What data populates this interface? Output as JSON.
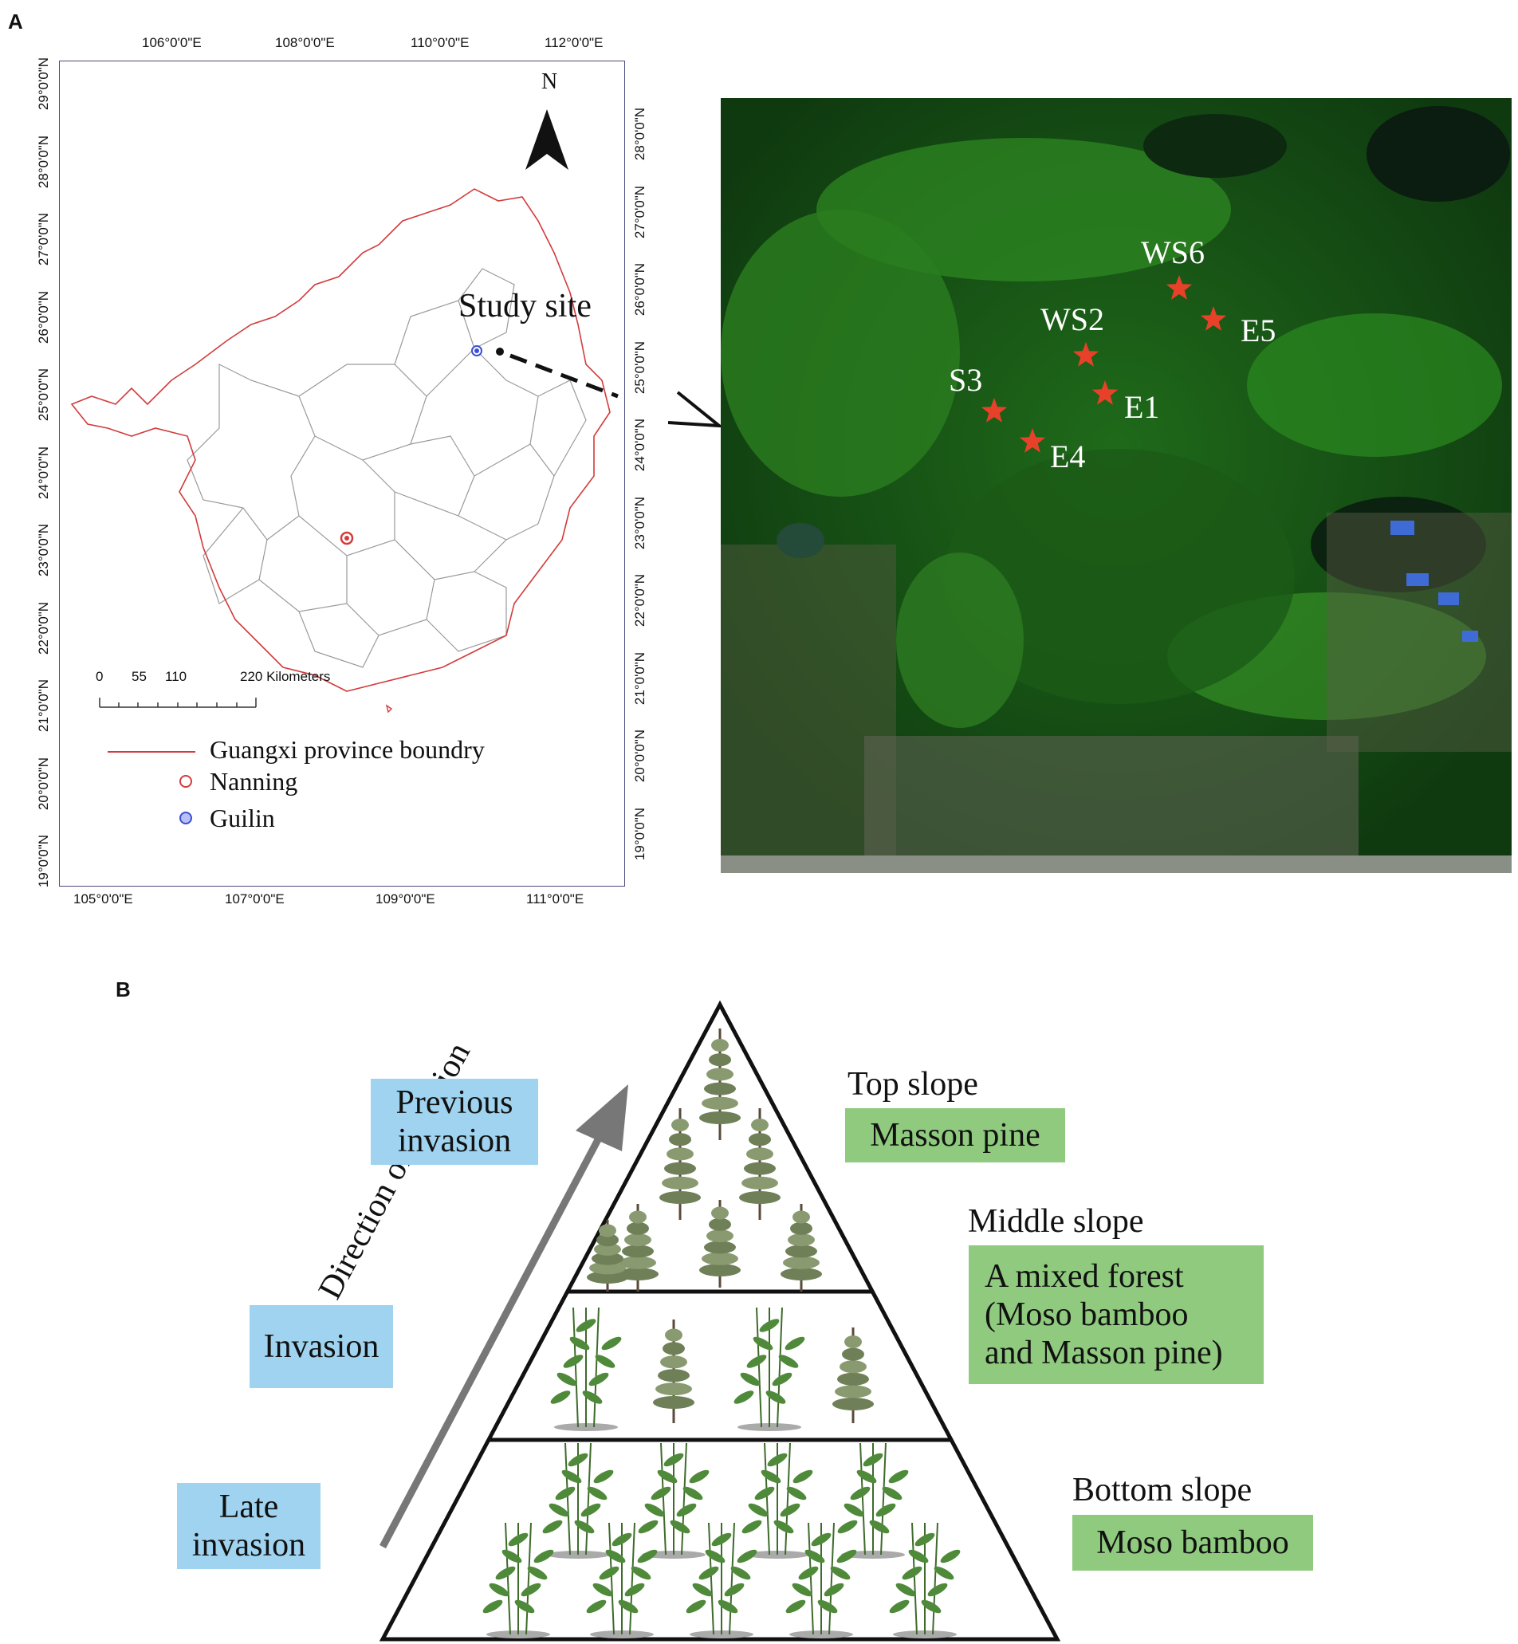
{
  "panel_a": {
    "label": "A",
    "top_ticks": [
      "106°0'0\"E",
      "108°0'0\"E",
      "110°0'0\"E",
      "112°0'0\"E"
    ],
    "bottom_ticks": [
      "105°0'0\"E",
      "107°0'0\"E",
      "109°0'0\"E",
      "111°0'0\"E"
    ],
    "left_ticks": [
      "29°0'0\"N",
      "28°0'0\"N",
      "27°0'0\"N",
      "26°0'0\"N",
      "25°0'0\"N",
      "24°0'0\"N",
      "23°0'0\"N",
      "22°0'0\"N",
      "21°0'0\"N",
      "20°0'0\"N",
      "19°0'0\"N"
    ],
    "right_ticks": [
      "28°0'0\"N",
      "27°0'0\"N",
      "26°0'0\"N",
      "25°0'0\"N",
      "24°0'0\"N",
      "23°0'0\"N",
      "22°0'0\"N",
      "21°0'0\"N",
      "20°0'0\"N",
      "19°0'0\"N"
    ],
    "north_label": "N",
    "study_site_label": "Study site",
    "scale_bar": {
      "labels": [
        "0",
        "55",
        "110",
        "220 Kilometers"
      ]
    },
    "legend": [
      {
        "label": "Guangxi province boundry",
        "color": "#d23b3b"
      },
      {
        "label": "Nanning",
        "color": "#d23b3b"
      },
      {
        "label": "Guilin",
        "color": "#3b4fd2"
      }
    ],
    "sites": [
      "WS6",
      "E5",
      "WS2",
      "E1",
      "S3",
      "E4"
    ],
    "marker_color": "#e8412a"
  },
  "panel_b": {
    "label": "B",
    "left_boxes": [
      {
        "line1": "Previous",
        "line2": "invasion"
      },
      {
        "line1": "Invasion",
        "line2": ""
      },
      {
        "line1": "Late",
        "line2": "invasion"
      }
    ],
    "arrow_label": "Direction of invasion",
    "slopes": [
      {
        "title": "Top slope",
        "lines": [
          "Masson pine"
        ]
      },
      {
        "title": "Middle slope",
        "lines": [
          "A mixed forest",
          "(Moso bamboo",
          "and Masson pine)"
        ]
      },
      {
        "title": "Bottom slope",
        "lines": [
          "Moso bamboo"
        ]
      }
    ],
    "colors": {
      "box_blue": "#9fd3ef",
      "box_green": "#8fca7e",
      "arrow": "#777777"
    }
  }
}
